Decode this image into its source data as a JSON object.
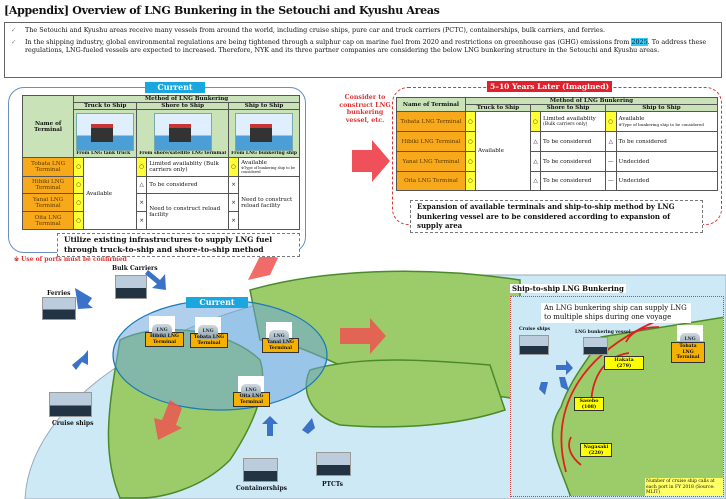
{
  "title": "[Appendix] Overview of LNG Bunkering in the Setouchi and Kyushu Areas",
  "intro": {
    "bullet1": "The Setouchi and Kyushu areas receive many vessels from around the world, including cruise ships, pure car and truck carriers (PCTC), containerships, bulk carriers, and ferries.",
    "bullet2_a": "In the shipping industry, global environmental regulations are being tightened through a sulphur cap on marine fuel from 2020 and restrictions on greenhouse gas (GHG) emissions from ",
    "bullet2_year": "2025",
    "bullet2_b": ". To address these regulations, LNG-fueled vessels are expected to increased. Therefore, NYK and its three partner companies are considering the below LNG bunkering structure in the Setouchi and Kyushu areas."
  },
  "current": {
    "label": "Current",
    "name_header": "Name of Terminal",
    "method_header": "Method of LNG Bunkering",
    "methods": [
      "Truck to Ship",
      "Shore to Ship",
      "Ship to Ship"
    ],
    "captions": [
      "From LNG tank truck",
      "From shore/satellite LNG terminal",
      "From LNG bunkering ship"
    ],
    "terminals": [
      "Tobata LNG Terminal",
      "Hibiki LNG Terminal",
      "Yanai LNG Terminal",
      "Oita LNG Terminal"
    ],
    "truck_marks": [
      "○",
      "○",
      "○",
      "○"
    ],
    "truck_text": "Available",
    "shore_marks": [
      "○",
      "△",
      "×",
      "×"
    ],
    "shore_text": [
      "Limited availablity (Bulk carriers only)",
      "To be considered",
      "Need to construct reload facility"
    ],
    "ship_marks": [
      "○",
      "×",
      "×",
      "×"
    ],
    "ship_text": [
      "Available",
      "※Type of bunkering ship to be considered",
      "Need to construct reload facility"
    ],
    "note": "Utilize existing infrastructures to supply LNG fuel through truck-to-ship and shore-to-ship method",
    "warning": "※ Use of ports must be confirmed"
  },
  "consider": "Consider to construct LNG bunkering vessel, etc.",
  "future": {
    "label": "5–10 Years Later (Imagined)",
    "name_header": "Name of Terminal",
    "method_header": "Method of LNG Bunkering",
    "methods": [
      "Truck to Ship",
      "Shore to Ship",
      "Ship to Ship"
    ],
    "terminals": [
      "Tobata LNG Terminal",
      "Hibiki LNG Terminal",
      "Yanai LNG Terminal",
      "Oita LNG Terminal"
    ],
    "truck_marks": [
      "○",
      "○",
      "○",
      "○"
    ],
    "truck_text": "Available",
    "shore_marks": [
      "○",
      "△",
      "△",
      "△"
    ],
    "shore_text": [
      "Limited availablity",
      "(Bulk carriers only)",
      "To be considered",
      "To be considered",
      "To be considered"
    ],
    "ship_marks": [
      "○",
      "△",
      "—",
      "—"
    ],
    "ship_text": [
      "Available",
      "※Type of bunkering ship to be considered",
      "To be considered",
      "Undecided",
      "Undecided"
    ],
    "note": "Expansion of available terminals and ship-to-ship method by LNG bunkering vessel are to be considered according to expansion of supply area"
  },
  "map": {
    "current_label": "Current",
    "vessels": [
      "Bulk Carriers",
      "Ferries",
      "Cruise ships",
      "Containerships",
      "PTCTs"
    ],
    "tank_label": "LNG",
    "terminals": [
      "Hibiki LNG Terminal",
      "Tobata LNG Terminal",
      "Yanai LNG Terminal",
      "Oita LNG Terminal"
    ]
  },
  "inset": {
    "title": "Ship-to-ship LNG Bunkering",
    "desc": "An LNG bunkering ship can supply LNG to multiple ships during one voyage",
    "cruise": "Cruise ships",
    "bunker": "LNG bunkering vessel",
    "terminal": "Tobata LNG Terminal",
    "ports": [
      {
        "name": "Hakata",
        "calls": "(279)"
      },
      {
        "name": "Sasebo",
        "calls": "(108)"
      },
      {
        "name": "Nagasaki",
        "calls": "(220)"
      }
    ],
    "source": "Number of cruise ship calls at each port in FY 2018 (Source: MLIT)"
  },
  "colors": {
    "current": "#1aa7e0",
    "future": "#e0202a",
    "terminal": "#f7a81b",
    "mark": "#ffff33",
    "land": "#9ccc6a",
    "sea": "#cde9f6"
  }
}
